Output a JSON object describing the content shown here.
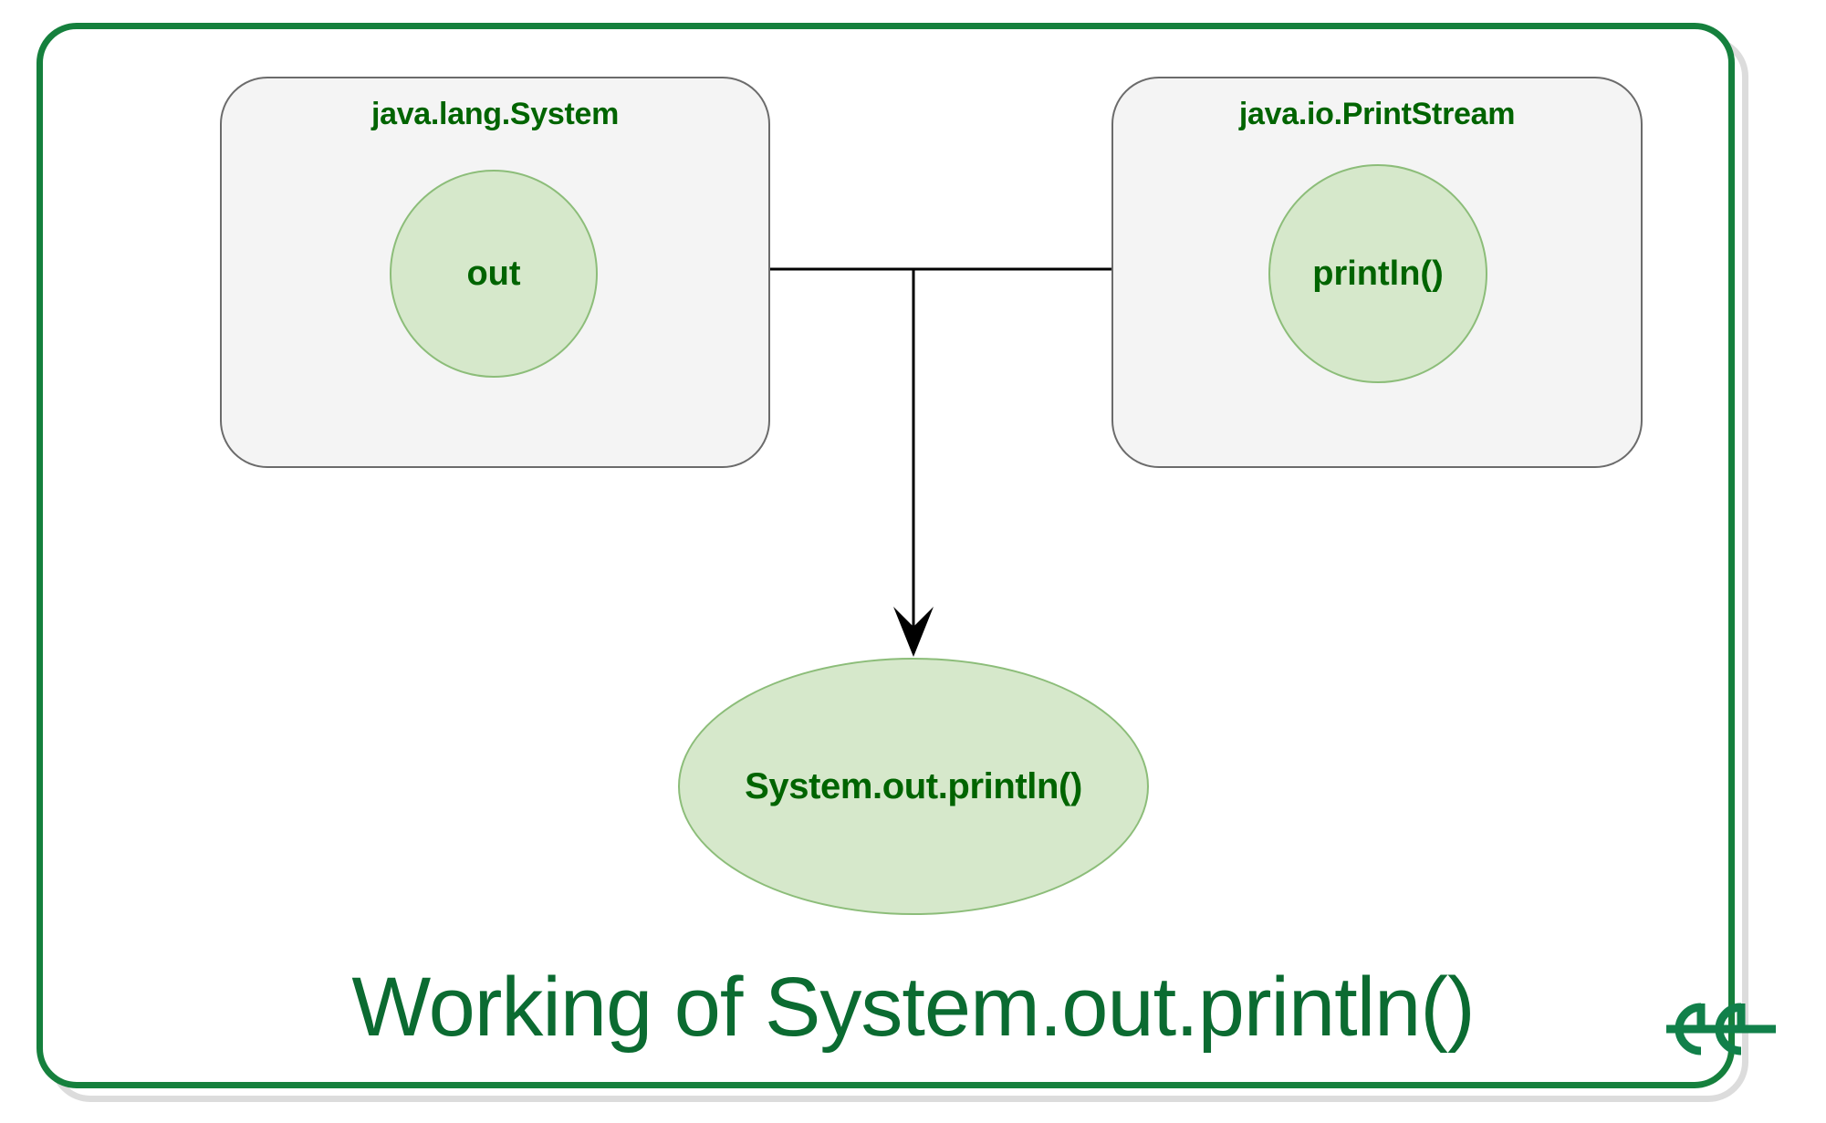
{
  "diagram": {
    "title": "Working of System.out.println()",
    "nodes": {
      "system_class": {
        "label": "java.lang.System",
        "member": "out"
      },
      "printstream_class": {
        "label": "java.io.PrintStream",
        "member": "println()"
      },
      "result": {
        "label": "System.out.println()"
      }
    },
    "colors": {
      "frame_green": "#15803d",
      "frame_shadow_gray": "#dcdcdc",
      "box_fill": "#f4f4f4",
      "box_border": "#6b6b6b",
      "circle_fill": "#d6e8cb",
      "circle_border": "#8cbd79",
      "text_green": "#006400",
      "caption_green": "#0b6b31",
      "connector_black": "#000000",
      "logo_green": "#11804a"
    }
  },
  "branding": {
    "logo_name": "geeksforgeeks-logo"
  }
}
